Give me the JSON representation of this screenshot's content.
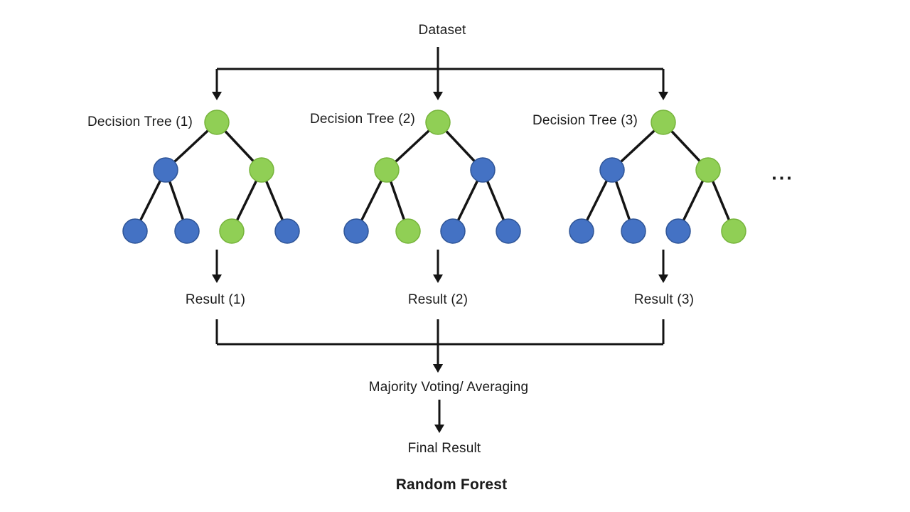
{
  "diagram": {
    "dataset_label": "Dataset",
    "trees": [
      {
        "label": "Decision Tree (1)",
        "root": "green",
        "level2": [
          "blue",
          "green"
        ],
        "leaves": [
          "blue",
          "blue",
          "green",
          "blue"
        ]
      },
      {
        "label": "Decision Tree (2)",
        "root": "green",
        "level2": [
          "green",
          "blue"
        ],
        "leaves": [
          "blue",
          "green",
          "blue",
          "blue"
        ]
      },
      {
        "label": "Decision Tree (3)",
        "root": "green",
        "level2": [
          "blue",
          "green"
        ],
        "leaves": [
          "blue",
          "blue",
          "blue",
          "green"
        ]
      }
    ],
    "ellipsis": "...",
    "results": [
      {
        "label": "Result (1)"
      },
      {
        "label": "Result (2)"
      },
      {
        "label": "Result (3)"
      }
    ],
    "aggregation_label": "Majority Voting/ Averaging",
    "final_result_label": "Final Result",
    "title": "Random Forest",
    "colors": {
      "green": "#90CF55",
      "green_stroke": "#76B43B",
      "blue": "#4472C4",
      "blue_stroke": "#2F5597",
      "line": "#141414"
    }
  }
}
